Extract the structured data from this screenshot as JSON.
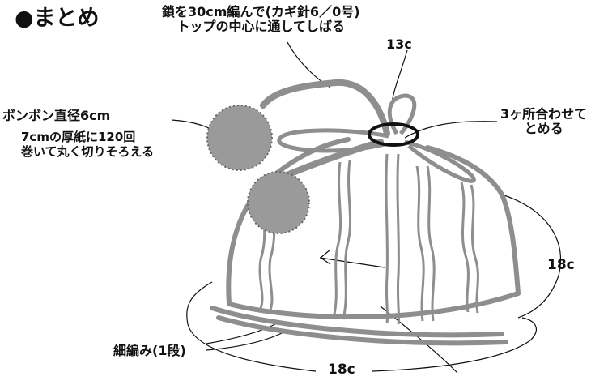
{
  "title": "●まとめ",
  "labels": {
    "chain_line1": "鎖を30cm編んで(カギ針6／0号)",
    "chain_line2": "トップの中心に通してしばる",
    "top_13c": "13c",
    "clasp_line1": "3ヶ所合わせて",
    "clasp_line2": "とめる",
    "pompom": "ボンボン直径6cm",
    "card_line1": "7cmの厚紙に120回",
    "card_line2": "巻いて丸く切りそろえる",
    "side_18c": "18c",
    "band": "細編み(1段)",
    "bottom_18c": "18c"
  },
  "colors": {
    "outline": "#8e8e8e",
    "ink": "#111111",
    "pompom": "#9a9a9a"
  }
}
